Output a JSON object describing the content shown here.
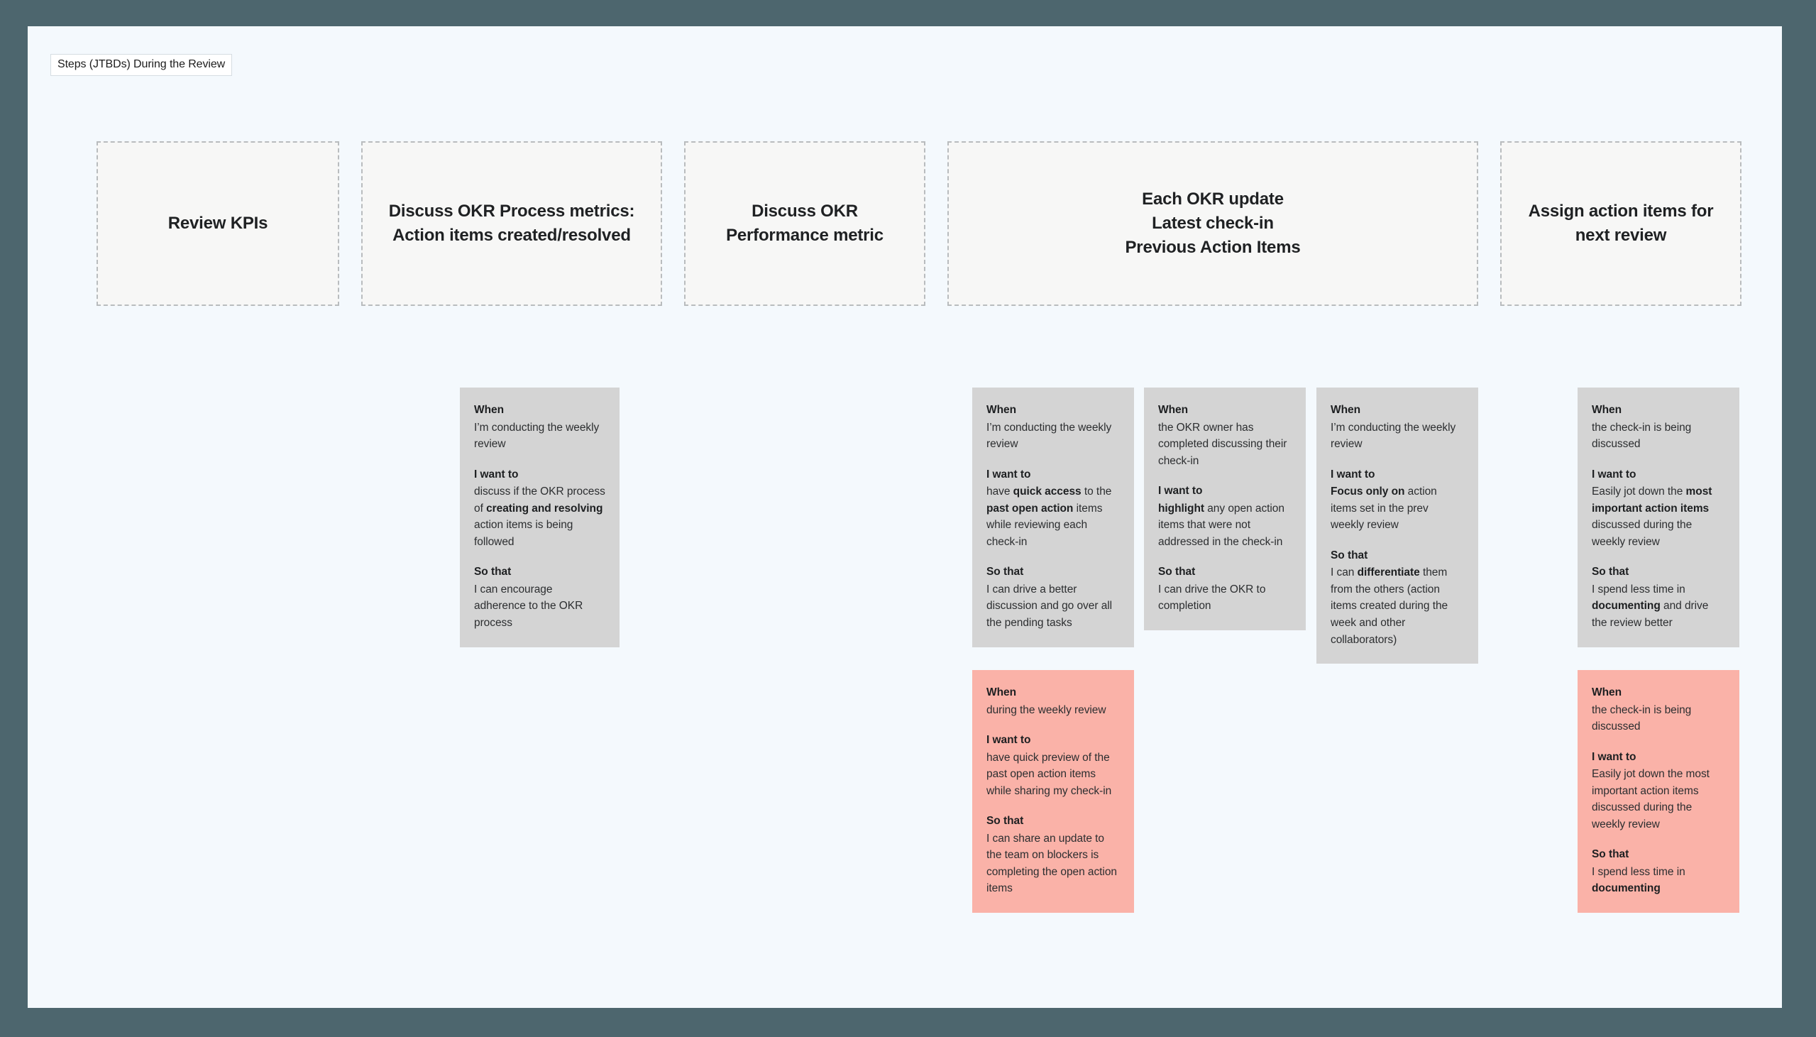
{
  "frame": {
    "title": "Steps (JTBDs) During the Review"
  },
  "colors": {
    "page_background": "#4d666e",
    "canvas_background": "#f4f9fd",
    "step_box_fill": "#f7f7f6",
    "step_box_border": "#b9bcbe",
    "card_gray": "#d4d4d4",
    "card_pink": "#fab2a8",
    "text_primary": "#1f2123",
    "text_body": "#2c2e30"
  },
  "steps": [
    {
      "id": "review-kpis",
      "label": "Review KPIs"
    },
    {
      "id": "okr-process-metrics",
      "label": "Discuss OKR Process metrics:\nAction items created/resolved"
    },
    {
      "id": "okr-performance",
      "label": "Discuss OKR\nPerformance metric"
    },
    {
      "id": "okr-update",
      "label": "Each OKR update\nLatest check-in\nPrevious Action Items"
    },
    {
      "id": "assign-action-items",
      "label": "Assign action items for\nnext review"
    }
  ],
  "labels": {
    "when": "When",
    "i_want_to": "I want to",
    "so_that": "So that"
  },
  "cards": [
    {
      "id": "card-okr-process-adherence",
      "variant": "gray",
      "step": "okr-process-metrics",
      "when": "I’m conducting the weekly review",
      "i_want_to_html": "discuss if the OKR process of <b>creating and resolving</b> action items is being followed",
      "so_that_html": "I can encourage adherence to the OKR process"
    },
    {
      "id": "card-quick-access-open-items",
      "variant": "gray",
      "step": "okr-update",
      "when": "I’m conducting the weekly review",
      "i_want_to_html": "have <b>quick access</b> to the <b>past open action</b> items while reviewing each check-in",
      "so_that_html": "I can drive a better discussion and go over all the pending tasks"
    },
    {
      "id": "card-highlight-open-items",
      "variant": "gray",
      "step": "okr-update",
      "when": "the OKR owner has completed discussing their check-in",
      "i_want_to_html": "<b>highlight</b> any open action items that were not addressed in the check-in",
      "so_that_html": "I can drive the OKR to completion"
    },
    {
      "id": "card-focus-prev-review-items",
      "variant": "gray",
      "step": "okr-update",
      "when": "I’m conducting the weekly review",
      "i_want_to_html": "<b>Focus only on</b> action items set in the prev weekly review",
      "so_that_html": "I can <b>differentiate</b> them from the others (action items created during the week and other collaborators)"
    },
    {
      "id": "card-jot-down-action-items",
      "variant": "gray",
      "step": "assign-action-items",
      "when": "the check-in is being discussed",
      "i_want_to_html": "Easily jot down the <b>most important action items</b> discussed during the weekly review",
      "so_that_html": "I spend less time in <b>documenting</b> and drive the review better"
    },
    {
      "id": "card-preview-open-items-sharing",
      "variant": "pink",
      "step": "okr-update",
      "when": "during the  weekly review",
      "i_want_to_html": "have quick preview of the past open action items while sharing my check-in",
      "so_that_html": "I can share an update to the team on blockers is completing the open action items"
    },
    {
      "id": "card-jot-down-less-documenting",
      "variant": "pink",
      "step": "assign-action-items",
      "when": "the check-in is being discussed",
      "i_want_to_html": "Easily jot down the most important action items discussed during the weekly review",
      "so_that_html": "I spend less time in <b>documenting</b>"
    }
  ]
}
